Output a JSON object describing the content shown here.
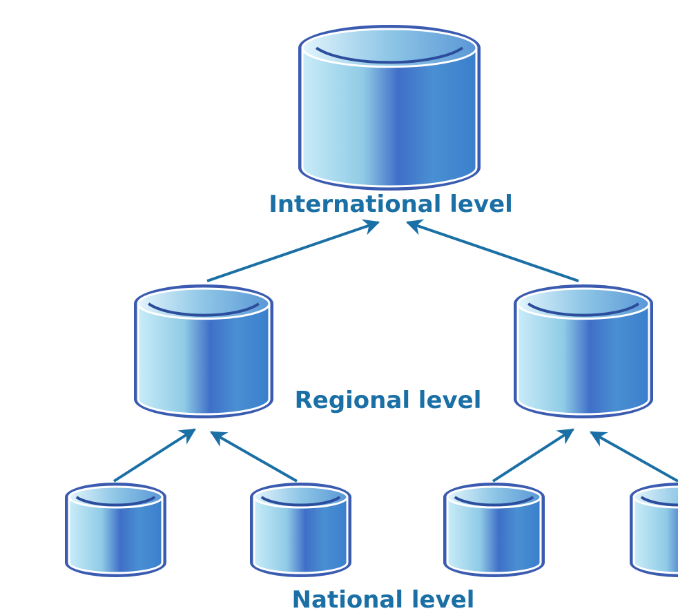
{
  "labels": {
    "international": "International level",
    "regional": "Regional level",
    "national": "National level"
  },
  "nodes": [
    {
      "id": "international-db",
      "level": "international"
    },
    {
      "id": "regional-db-left",
      "level": "regional"
    },
    {
      "id": "regional-db-right",
      "level": "regional"
    },
    {
      "id": "national-db-1",
      "level": "national"
    },
    {
      "id": "national-db-2",
      "level": "national"
    },
    {
      "id": "national-db-3",
      "level": "national"
    },
    {
      "id": "national-db-4",
      "level": "national"
    }
  ],
  "edges": [
    {
      "from": "regional-db-left",
      "to": "international-db"
    },
    {
      "from": "regional-db-right",
      "to": "international-db"
    },
    {
      "from": "national-db-1",
      "to": "regional-db-left"
    },
    {
      "from": "national-db-2",
      "to": "regional-db-left"
    },
    {
      "from": "national-db-3",
      "to": "regional-db-right"
    },
    {
      "from": "national-db-4",
      "to": "regional-db-right"
    }
  ],
  "colors": {
    "arrow": "#1a6fa5",
    "label": "#1a6fa5",
    "cylinder_outline": "#3a5bb0",
    "cylinder_light": "#c6e9f7",
    "cylinder_dark": "#3b72c9"
  },
  "icon": "database-cylinder-icon"
}
